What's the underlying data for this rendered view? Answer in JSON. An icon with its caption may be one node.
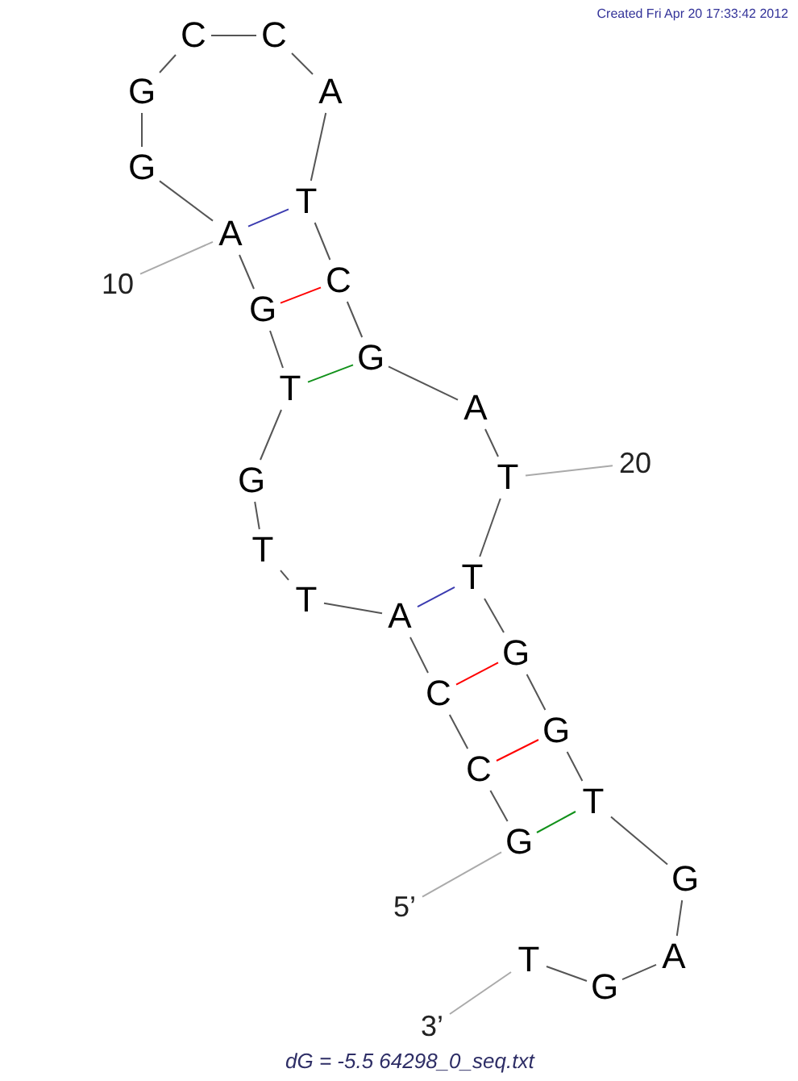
{
  "diagram": {
    "caption": "dG = -5.5 64298_0_seq.txt",
    "nodes": [
      {
        "text": [
          "G"
        ]
      },
      {
        "text": [
          "C"
        ]
      },
      {
        "text": [
          "C"
        ]
      },
      {
        "text": [
          "A"
        ]
      },
      {
        "text": [
          "T"
        ]
      },
      {
        "text": [
          "T"
        ]
      },
      {
        "text": [
          "G"
        ]
      },
      {
        "text": [
          "T"
        ]
      },
      {
        "text": [
          "G"
        ]
      },
      {
        "text": [
          "A"
        ]
      },
      {
        "text": [
          "G"
        ]
      },
      {
        "text": [
          "G"
        ]
      },
      {
        "text": [
          "C"
        ]
      },
      {
        "text": [
          "C"
        ]
      },
      {
        "text": [
          "A"
        ]
      },
      {
        "text": [
          "T"
        ]
      },
      {
        "text": [
          "C"
        ]
      },
      {
        "text": [
          "G"
        ]
      },
      {
        "text": [
          "A"
        ]
      },
      {
        "text": [
          "T"
        ]
      },
      {
        "text": [
          "T"
        ]
      },
      {
        "text": [
          "G"
        ]
      },
      {
        "text": [
          "G"
        ]
      },
      {
        "text": [
          "T"
        ]
      },
      {
        "text": [
          "G"
        ]
      },
      {
        "text": [
          "A"
        ]
      },
      {
        "text": [
          "G"
        ]
      },
      {
        "text": [
          "T"
        ]
      },
      {
        "text": [
          "10"
        ]
      },
      {
        "text": [
          "20"
        ]
      },
      {
        "text": [
          "5’"
        ]
      },
      {
        "text": [
          "3’"
        ]
      }
    ],
    "edges": [
      {
        "from": 0,
        "to": 1,
        "arrow": "none"
      },
      {
        "from": 1,
        "to": 2,
        "arrow": "none"
      },
      {
        "from": 2,
        "to": 3,
        "arrow": "none"
      },
      {
        "from": 3,
        "to": 4,
        "arrow": "none"
      },
      {
        "from": 4,
        "to": 5,
        "arrow": "none"
      },
      {
        "from": 5,
        "to": 6,
        "arrow": "none"
      },
      {
        "from": 6,
        "to": 7,
        "arrow": "none"
      },
      {
        "from": 7,
        "to": 8,
        "arrow": "none"
      },
      {
        "from": 8,
        "to": 9,
        "arrow": "none"
      },
      {
        "from": 9,
        "to": 10,
        "arrow": "none"
      },
      {
        "from": 10,
        "to": 11,
        "arrow": "none"
      },
      {
        "from": 11,
        "to": 12,
        "arrow": "none"
      },
      {
        "from": 12,
        "to": 13,
        "arrow": "none"
      },
      {
        "from": 13,
        "to": 14,
        "arrow": "none"
      },
      {
        "from": 14,
        "to": 15,
        "arrow": "none"
      },
      {
        "from": 15,
        "to": 16,
        "arrow": "none"
      },
      {
        "from": 16,
        "to": 17,
        "arrow": "none"
      },
      {
        "from": 17,
        "to": 18,
        "arrow": "none"
      },
      {
        "from": 18,
        "to": 19,
        "arrow": "none"
      },
      {
        "from": 19,
        "to": 20,
        "arrow": "none"
      },
      {
        "from": 20,
        "to": 21,
        "arrow": "none"
      },
      {
        "from": 21,
        "to": 22,
        "arrow": "none"
      },
      {
        "from": 22,
        "to": 23,
        "arrow": "none"
      },
      {
        "from": 23,
        "to": 24,
        "arrow": "none"
      },
      {
        "from": 24,
        "to": 25,
        "arrow": "none"
      },
      {
        "from": 25,
        "to": 26,
        "arrow": "none"
      },
      {
        "from": 26,
        "to": 27,
        "arrow": "none"
      },
      {
        "from": 9,
        "to": 15,
        "arrow": "none",
        "color": "#3b3bb0"
      },
      {
        "from": 8,
        "to": 16,
        "arrow": "none",
        "color": "#ff0000"
      },
      {
        "from": 7,
        "to": 17,
        "arrow": "none",
        "color": "#11911a"
      },
      {
        "from": 3,
        "to": 20,
        "arrow": "none",
        "color": "#3b3bb0"
      },
      {
        "from": 2,
        "to": 21,
        "arrow": "none",
        "color": "#ff0000"
      },
      {
        "from": 1,
        "to": 22,
        "arrow": "none",
        "color": "#ff0000"
      },
      {
        "from": 0,
        "to": 23,
        "arrow": "none",
        "color": "#11911a"
      },
      {
        "from": 28,
        "to": 9,
        "arrow": "none",
        "color": "#aaaaaa"
      },
      {
        "from": 29,
        "to": 19,
        "arrow": "none",
        "color": "#aaaaaa"
      },
      {
        "from": 30,
        "to": 0,
        "arrow": "none",
        "color": "#aaaaaa"
      },
      {
        "from": 31,
        "to": 27,
        "arrow": "none",
        "color": "#aaaaaa"
      }
    ],
    "labels": [
      "Created Fri Apr 20 17:33:42 2012"
    ]
  }
}
